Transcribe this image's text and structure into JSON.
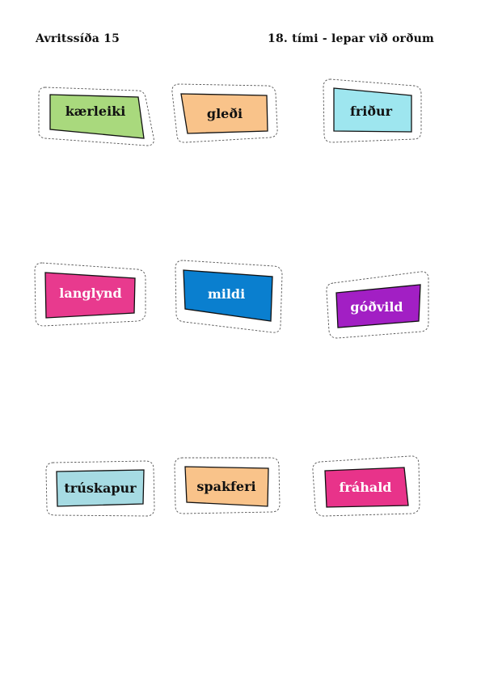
{
  "header": {
    "left": "Avritssíða 15",
    "right": "18. tími - lepar við orðum"
  },
  "cards": [
    {
      "word": "kærleiki",
      "color": "#a9d97d",
      "text_color": "#111111"
    },
    {
      "word": "gleði",
      "color": "#f9c38a",
      "text_color": "#111111"
    },
    {
      "word": "friður",
      "color": "#9ee6ef",
      "text_color": "#111111"
    },
    {
      "word": "langlynd",
      "color": "#e83a8e",
      "text_color": "#ffffff"
    },
    {
      "word": "mildi",
      "color": "#0a7fcf",
      "text_color": "#ffffff"
    },
    {
      "word": "góðvild",
      "color": "#a21fc4",
      "text_color": "#ffffff"
    },
    {
      "word": "trúskapur",
      "color": "#a6dbe3",
      "text_color": "#111111"
    },
    {
      "word": "spakferi",
      "color": "#f9c38a",
      "text_color": "#111111"
    },
    {
      "word": "fráhald",
      "color": "#e8338a",
      "text_color": "#ffffff"
    }
  ]
}
